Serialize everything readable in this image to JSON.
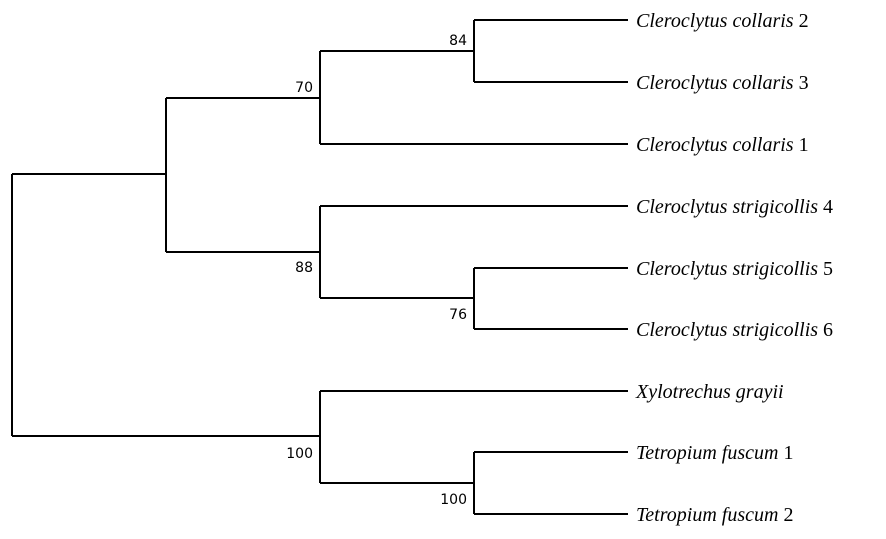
{
  "tree": {
    "taxa": [
      {
        "id": "cc2",
        "genus": "Cleroclytus",
        "species": "collaris",
        "number": "2"
      },
      {
        "id": "cc3",
        "genus": "Cleroclytus",
        "species": "collaris",
        "number": "3"
      },
      {
        "id": "cc1",
        "genus": "Cleroclytus",
        "species": "collaris",
        "number": "1"
      },
      {
        "id": "cs4",
        "genus": "Cleroclytus",
        "species": "strigicollis",
        "number": "4"
      },
      {
        "id": "cs5",
        "genus": "Cleroclytus",
        "species": "strigicollis",
        "number": "5"
      },
      {
        "id": "cs6",
        "genus": "Cleroclytus",
        "species": "strigicollis",
        "number": "6"
      },
      {
        "id": "xg",
        "genus": "Xylotrechus",
        "species": "grayii",
        "number": ""
      },
      {
        "id": "tf1",
        "genus": "Tetropium",
        "species": "fuscum",
        "number": "1"
      },
      {
        "id": "tf2",
        "genus": "Tetropium",
        "species": "fuscum",
        "number": "2"
      }
    ],
    "bootstrap": {
      "collaris_2_3": "84",
      "collaris_clade": "70",
      "strigicollis_5_6": "76",
      "strigicollis_clade": "88",
      "tetropium_clade": "100",
      "xylotrechus_tetropium": "100"
    }
  }
}
